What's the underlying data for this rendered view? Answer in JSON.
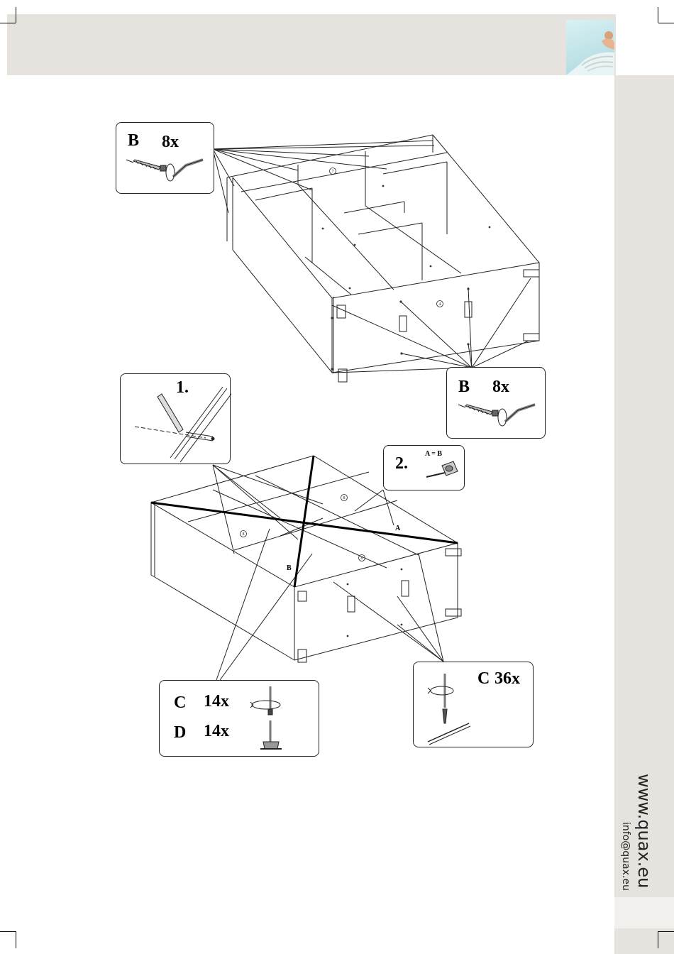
{
  "callouts": {
    "top_left": {
      "part": "B",
      "qty": "8x"
    },
    "right_mid": {
      "part": "B",
      "qty": "8x"
    },
    "step1": {
      "label": "1."
    },
    "step2": {
      "label": "2.",
      "note": "A = B"
    },
    "bottom_left": {
      "row1_part": "C",
      "row1_qty": "14x",
      "row2_part": "D",
      "row2_qty": "14x"
    },
    "bottom_right": {
      "part": "C",
      "qty": "36x"
    }
  },
  "diagram_labels": {
    "diag_a": "A",
    "diag_b": "B",
    "part_7": "7",
    "part_4": "4",
    "part_8a": "8",
    "part_8b": "8",
    "part_8c": "8"
  },
  "footer": {
    "website": "www.quax.eu",
    "email": "info@quax.eu"
  }
}
